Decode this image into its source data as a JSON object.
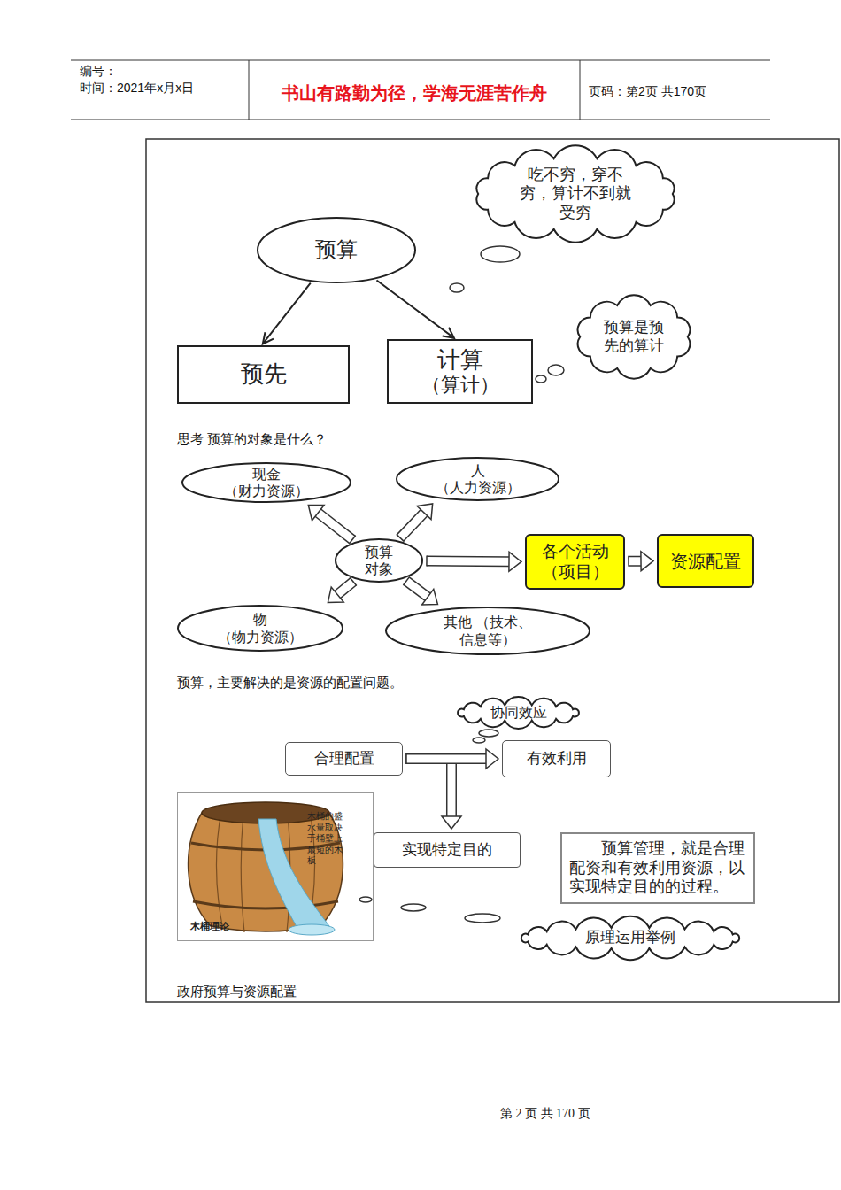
{
  "diagram": {
    "nodes": [
      {
        "text": [
          "吃不穷，穿不穷，算计不到就受穷"
        ]
      },
      {
        "text": [
          "预算"
        ]
      },
      {
        "text": [
          "预先"
        ]
      },
      {
        "text": [
          "计算",
          "（算计）"
        ]
      },
      {
        "text": [
          "预算是预先的算计"
        ]
      },
      {
        "text": [
          "现金 （财力资源）"
        ]
      },
      {
        "text": [
          "人 （人力资源）"
        ]
      },
      {
        "text": [
          "预算 对象"
        ]
      },
      {
        "text": [
          "各个活动 （项目）"
        ]
      },
      {
        "text": [
          "资源配置"
        ]
      },
      {
        "text": [
          "物 （物力资源）"
        ]
      },
      {
        "text": [
          "其他 （技术、信息等）"
        ]
      },
      {
        "text": [
          "协同效应"
        ]
      },
      {
        "text": [
          "合理配置"
        ]
      },
      {
        "text": [
          "有效利用"
        ]
      },
      {
        "text": [
          "木桶的盛水量取决于桶壁上最短的木板",
          "木桶理论"
        ]
      },
      {
        "text": [
          "实现特定目的"
        ]
      },
      {
        "text": [
          "预算管理，就是合理配资和有效利用资源，以实现特定目的的过程。"
        ]
      },
      {
        "text": [
          "原理运用举例"
        ]
      }
    ],
    "edges": [
      {
        "from": 1,
        "to": 2,
        "arrow": "to"
      },
      {
        "from": 1,
        "to": 3,
        "arrow": "to"
      },
      {
        "from": 7,
        "to": 5,
        "arrow": "to"
      },
      {
        "from": 7,
        "to": 6,
        "arrow": "to"
      },
      {
        "from": 7,
        "to": 8,
        "arrow": "to"
      },
      {
        "from": 8,
        "to": 9,
        "arrow": "to"
      },
      {
        "from": 7,
        "to": 10,
        "arrow": "to"
      },
      {
        "from": 7,
        "to": 11,
        "arrow": "to"
      },
      {
        "from": 13,
        "to": 16,
        "arrow": "to"
      },
      {
        "from": 13,
        "to": 14,
        "arrow": "to"
      }
    ],
    "labels": [
      "编号：",
      "时间：2021年x月x日",
      "书山有路勤为径，学海无涯苦作舟",
      "页码：第2页 共170页",
      "思考 预算的对象是什么？",
      "预算，主要解决的是资源的配置问题。",
      "政府预算与资源配置",
      "第 2 页 共 170 页"
    ]
  }
}
